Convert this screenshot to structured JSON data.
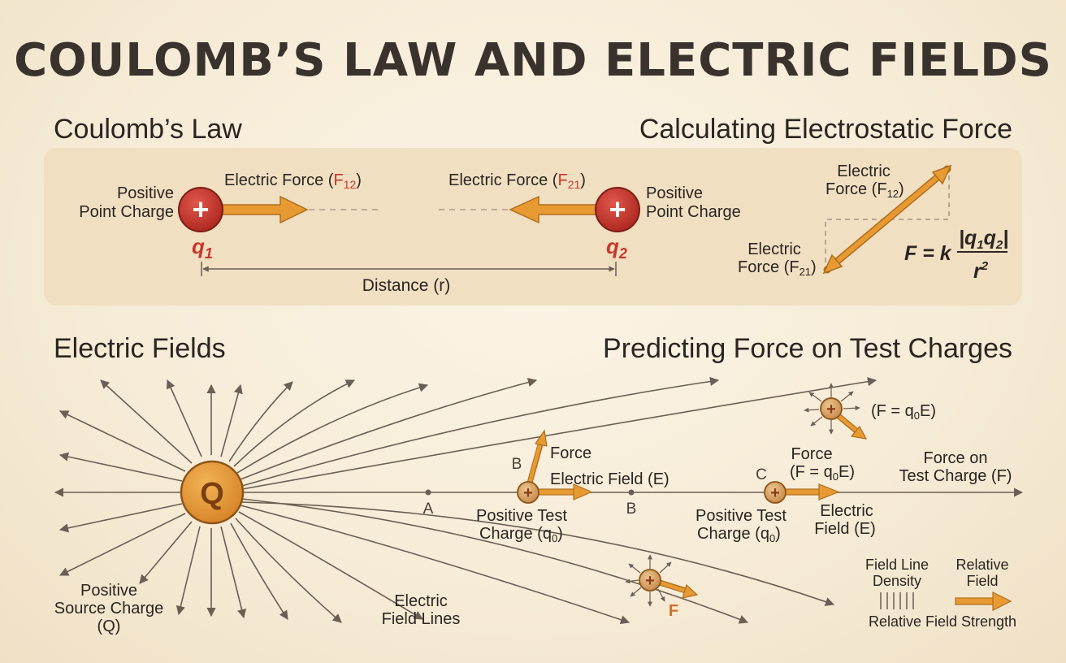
{
  "title": "COULOMB’S LAW AND ELECTRIC FIELDS",
  "coulomb": {
    "heading": "Coulomb’s Law",
    "charge1": {
      "label_line1": "Positive",
      "label_line2": "Point Charge",
      "symbol": "+",
      "name": "q",
      "sub": "1"
    },
    "charge2": {
      "label_line1": "Positive",
      "label_line2": "Point Charge",
      "symbol": "+",
      "name": "q",
      "sub": "2"
    },
    "force12": {
      "text": "Electric Force (",
      "sym": "F",
      "sub": "12",
      "close": ")"
    },
    "force21": {
      "text": "Electric Force (",
      "sym": "F",
      "sub": "21",
      "close": ")"
    },
    "distance_label": "Distance (r)"
  },
  "calc": {
    "heading": "Calculating Electrostatic Force",
    "f12_line1": "Electric",
    "f12_line2": "Force (F",
    "f12_sub": "12",
    "f21_line1": "Electric",
    "f21_line2": "Force (F",
    "f21_sub": "21",
    "formula_lhs": "F = k",
    "formula_num": "|q",
    "formula_num_sub1": "1",
    "formula_num_mid": "q",
    "formula_num_sub2": "2",
    "formula_num_end": "|",
    "formula_den": "r",
    "formula_den_sup": "2"
  },
  "fields": {
    "heading": "Electric Fields",
    "source_symbol": "Q",
    "source_label_1": "Positive",
    "source_label_2": "Source Charge",
    "source_label_3": "(Q)",
    "field_lines_1": "Electric",
    "field_lines_2": "Field Lines",
    "point_a": "A",
    "point_b_axis": "B"
  },
  "predict": {
    "heading": "Predicting Force on Test Charges",
    "b_label": "B",
    "b_force": "Force",
    "b_field": "Electric Field (E)",
    "b_test_1": "Positive Test",
    "b_test_2": "Charge (q",
    "b_test_sub": "0",
    "c_label": "C",
    "c_force_1": "Force",
    "c_force_2": "(F = q",
    "c_force_sub": "0",
    "c_force_end": "E)",
    "c_test_1": "Positive Test",
    "c_test_2": "Charge (q",
    "c_test_sub": "0",
    "c_field_1": "Electric",
    "c_field_2": "Field (E)",
    "top_formula": "(F = q",
    "top_formula_sub": "0",
    "top_formula_end": "E)",
    "far_force_1": "Force on",
    "far_force_2": "Test Charge (F)",
    "bottom_f": "F",
    "legend_density_1": "Field Line",
    "legend_density_2": "Density",
    "legend_relative_1": "Relative",
    "legend_relative_2": "Field",
    "legend_strength": "Relative Field Strength"
  },
  "colors": {
    "charge_red": "#c8372c",
    "arrow_orange": "#e89a32",
    "source_orange": "#e39a3a",
    "test_charge": "#d9a56a",
    "line_gray": "#6b5e55",
    "panel": "#f0dfc1"
  }
}
